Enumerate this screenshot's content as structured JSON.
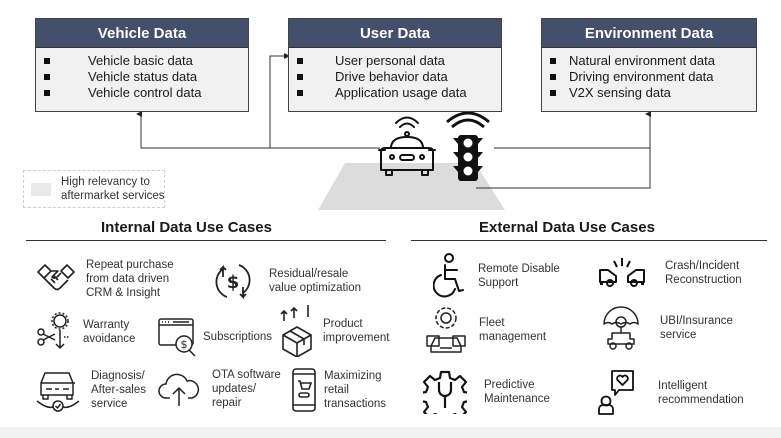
{
  "data_sources": [
    {
      "title": "Vehicle Data",
      "items": [
        "Vehicle basic data",
        "Vehicle status data",
        "Vehicle control data"
      ]
    },
    {
      "title": "User Data",
      "items": [
        "User personal data",
        "Drive behavior data",
        "Application usage data"
      ]
    },
    {
      "title": "Environment Data",
      "items": [
        "Natural environment data",
        "Driving environment data",
        "V2X sensing data"
      ]
    }
  ],
  "center_icons": [
    "connected-car-icon",
    "connected-traffic-light-icon"
  ],
  "legend": {
    "swatch_color": "#e9e9e9",
    "label": "High relevancy to aftermarket services"
  },
  "colors": {
    "header_bg": "#434f6b",
    "box_bg": "#f1f1f1",
    "road": "#dcdcdc"
  },
  "internal": {
    "title": "Internal Data Use Cases",
    "cases": [
      {
        "icon": "handshake-icon",
        "label": "Repeat purchase\nfrom data driven\nCRM & Insight"
      },
      {
        "icon": "dollar-cycle-icon",
        "label": "Residual/resale\nvalue optimization"
      },
      {
        "icon": "warranty-scissors-icon",
        "label": "Warranty\navoidance"
      },
      {
        "icon": "subscription-browser-icon",
        "label": "Subscriptions"
      },
      {
        "icon": "product-box-icon",
        "label": "Product\nimprovement"
      },
      {
        "icon": "car-diagnosis-icon",
        "label": "Diagnosis/\nAfter-sales\nservice"
      },
      {
        "icon": "cloud-upload-icon",
        "label": "OTA software\nupdates/\nrepair"
      },
      {
        "icon": "mobile-cart-icon",
        "label": "Maximizing\nretail\ntransactions"
      }
    ]
  },
  "external": {
    "title": "External Data Use Cases",
    "cases": [
      {
        "icon": "wheelchair-icon",
        "label": "Remote Disable\nSupport"
      },
      {
        "icon": "car-crash-icon",
        "label": "Crash/Incident\nReconstruction"
      },
      {
        "icon": "fleet-gear-icon",
        "label": "Fleet\nmanagement"
      },
      {
        "icon": "insurance-umbrella-car-icon",
        "label": "UBI/Insurance\nservice"
      },
      {
        "icon": "wrench-gear-icon",
        "label": "Predictive\nMaintenance"
      },
      {
        "icon": "user-heart-chat-icon",
        "label": "Intelligent\nrecommendation"
      }
    ]
  }
}
